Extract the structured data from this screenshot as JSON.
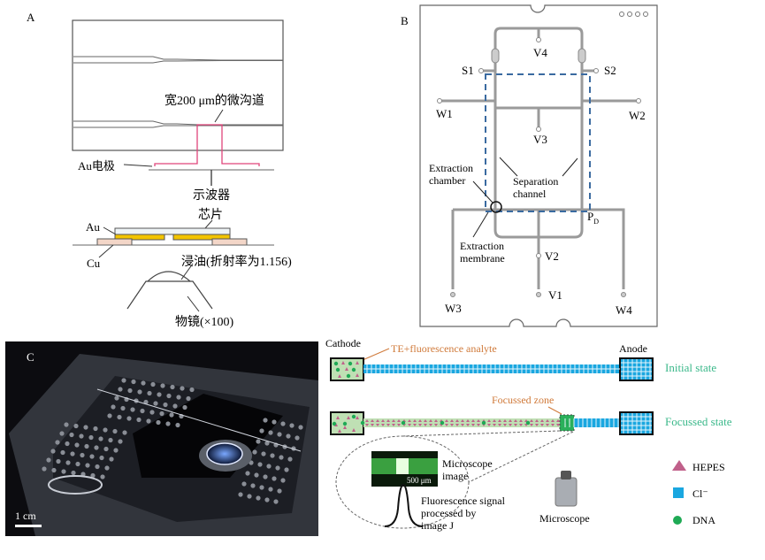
{
  "panel_a": {
    "label": "A",
    "channel_label": "宽200 μm的微沟道",
    "electrode_label": "Au电极",
    "oscilloscope_label": "示波器",
    "chip_label": "芯片",
    "au_label": "Au",
    "cu_label": "Cu",
    "oil_label": "浸油(折射率为1.156)",
    "objective_label": "物镜(×100)",
    "colors": {
      "electrode": "#e0457b",
      "gold": "#f2c400",
      "copper": "#f3d6c8"
    }
  },
  "panel_b": {
    "label": "B",
    "labels": {
      "v4": "V4",
      "s1": "S1",
      "s2": "S2",
      "w1": "W1",
      "w2": "W2",
      "v3": "V3",
      "extraction_chamber": [
        "Extraction",
        "chamber"
      ],
      "separation_channel": [
        "Separation",
        "channel"
      ],
      "pd": "P",
      "pd_sub": "D",
      "extraction_membrane": [
        "Extraction",
        "membrane"
      ],
      "v2": "V2",
      "v1": "V1",
      "w3": "W3",
      "w4": "W4"
    },
    "colors": {
      "dashed_box": "#3a6aa0",
      "channel": "#9a9a9a"
    }
  },
  "panel_c": {
    "label": "C",
    "scale_bar": "1 cm"
  },
  "panel_d": {
    "cathode": "Cathode",
    "anode": "Anode",
    "te_label": "TE+fluorescence analyte",
    "initial_state": "Initial state",
    "focussed_zone": "Focussed zone",
    "focussed_state": "Focussed state",
    "microscope_image": [
      "Microscope",
      "image"
    ],
    "scale_500": "500 μm",
    "fluorescence": [
      "Fluorescence signal",
      "processed by",
      "image J"
    ],
    "microscope": "Microscope",
    "legend": [
      {
        "symbol": "triangle",
        "label": "HEPES",
        "color": "#c0608a"
      },
      {
        "symbol": "square",
        "label": "Cl⁻",
        "color": "#1aa7e0"
      },
      {
        "symbol": "circle",
        "label": "DNA",
        "color": "#1faa55"
      }
    ],
    "colors": {
      "annotation": "#d07a3a",
      "state": "#3ab88a",
      "zone_fill": "#bfe0b4"
    }
  }
}
